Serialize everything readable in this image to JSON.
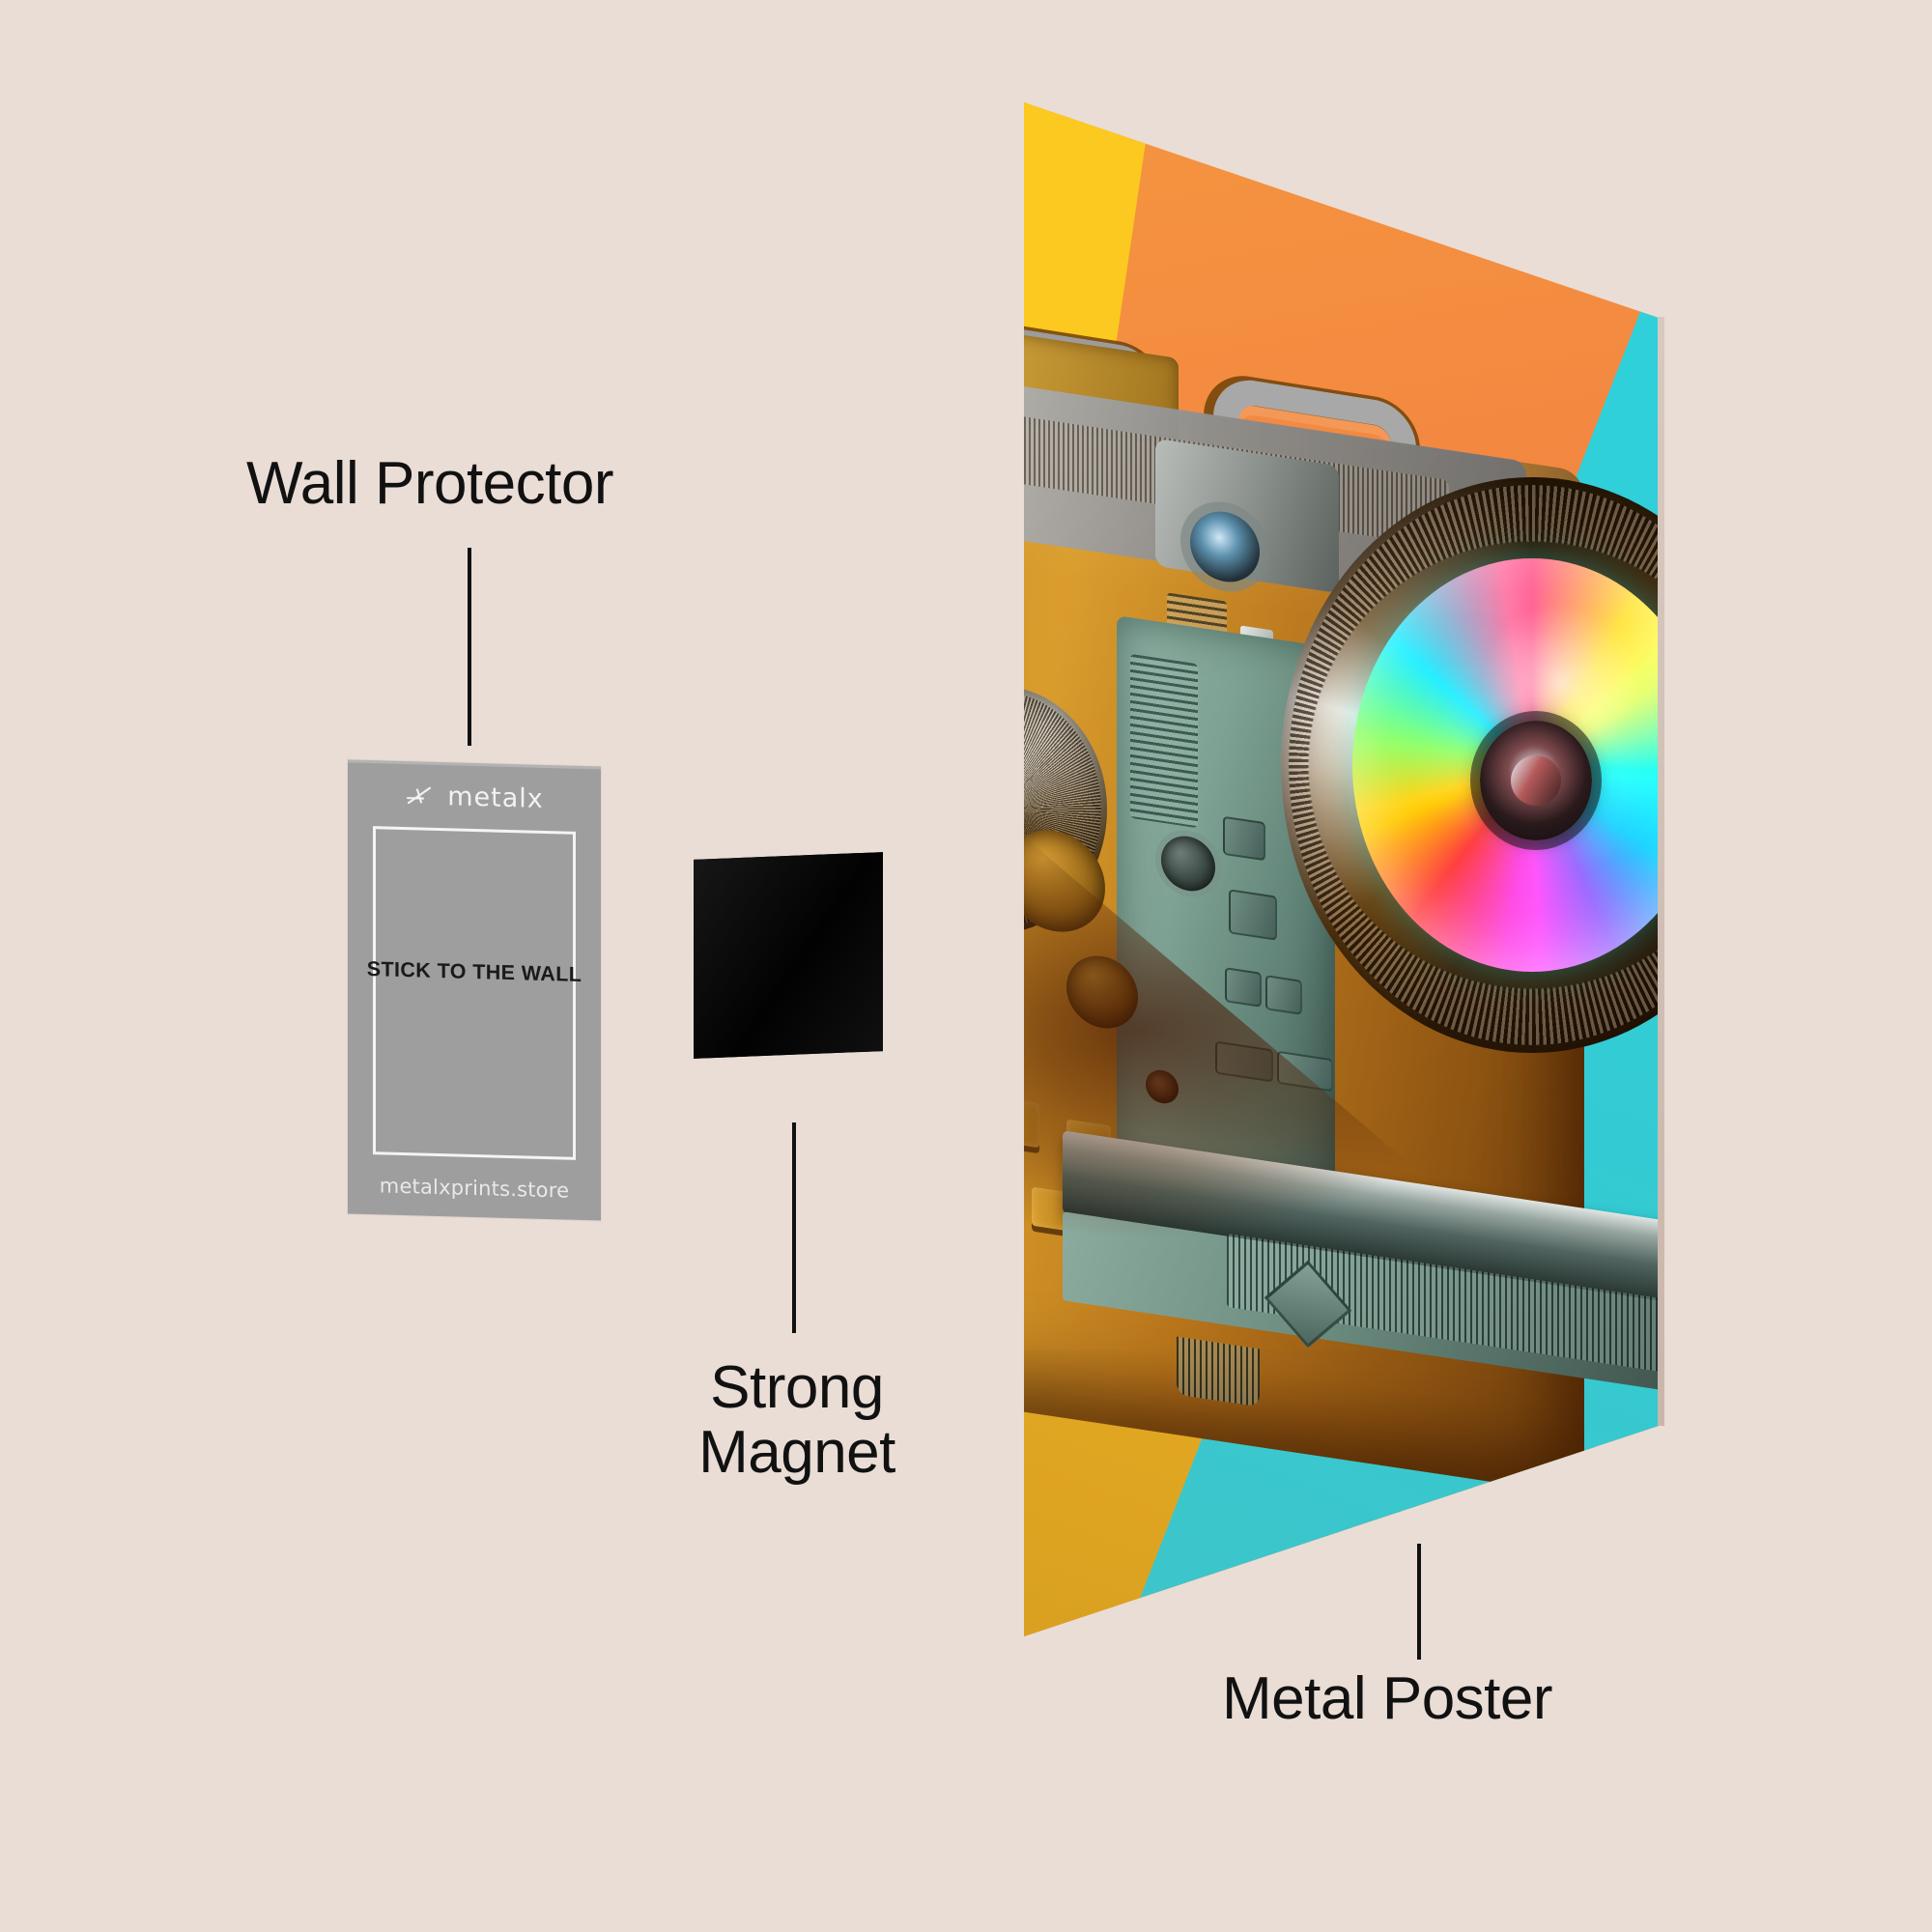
{
  "page": {
    "title": "Metal Poster Product Diagram",
    "background_color": "#e9ddd6"
  },
  "callouts": [
    {
      "id": "wall-protector",
      "label": "Wall Protector"
    },
    {
      "id": "strong-magnet",
      "label": "Strong\nMagnet"
    },
    {
      "id": "metal-poster",
      "label": "Metal Poster"
    }
  ],
  "wall_protector_card": {
    "brand": "metalx",
    "logo_icon": "metalx-cross-icon",
    "center_text": "STICK TO THE WALL",
    "store_text": "metalxprints.store",
    "card_color": "#9e9e9e",
    "frame_color": "#f4f4f4",
    "center_text_color": "#1a1a1a"
  },
  "magnet": {
    "name": "strong-magnet-square",
    "color": "#050505"
  },
  "metal_poster": {
    "name": "metal-poster-panel",
    "artwork_subject": "retro boombox with iridescent CD speaker",
    "palette": {
      "orange": "#f07a43",
      "yellow": "#fbc91f",
      "gold": "#e7ad22",
      "teal": "#33cbd3",
      "body_bronze": "#b9761c",
      "panel_sage": "#7ea293",
      "chrome": "#97a5a0"
    }
  }
}
